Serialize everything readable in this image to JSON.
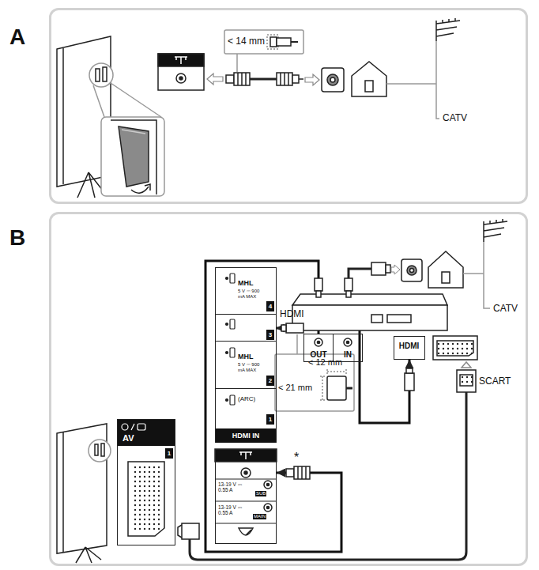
{
  "diagram": {
    "nodes": [
      {
        "text": [
          "A"
        ]
      },
      {
        "text": [
          "B"
        ]
      },
      {
        "text": [
          "HDMI IN"
        ],
        "in": 1
      },
      {
        "text": [
          "MHL",
          "5 V ⎓ 900 mA MAX",
          "4"
        ],
        "in": 2
      },
      {
        "text": [
          "3"
        ],
        "in": 2
      },
      {
        "text": [
          "MHL",
          "5 V ⎓ 900 mA MAX",
          "2"
        ],
        "in": 2
      },
      {
        "text": [
          "(ARC)",
          "1"
        ],
        "in": 2
      },
      {
        "text": [
          "13-19 V ⎓ 0.55 A",
          "SUB",
          "13-19 V ⎓ 0.55 A",
          "MAIN"
        ],
        "in": 1
      },
      {
        "text": [
          "AV",
          "1"
        ],
        "in": 1
      },
      {
        "text": [
          "OUT"
        ],
        "in": 1
      },
      {
        "text": [
          "IN"
        ],
        "in": 1
      },
      {
        "text": [
          "HDMI"
        ],
        "in": 1
      }
    ],
    "edges": [
      {
        "from": 9,
        "to": 7,
        "arrow": "to"
      },
      {
        "from": 11,
        "to": 4,
        "arrow": "both"
      }
    ],
    "labels": [
      "< 14 mm",
      "CATV",
      "CATV",
      "HDMI",
      "< 12 mm",
      "< 21 mm",
      "SCART",
      "*"
    ]
  }
}
